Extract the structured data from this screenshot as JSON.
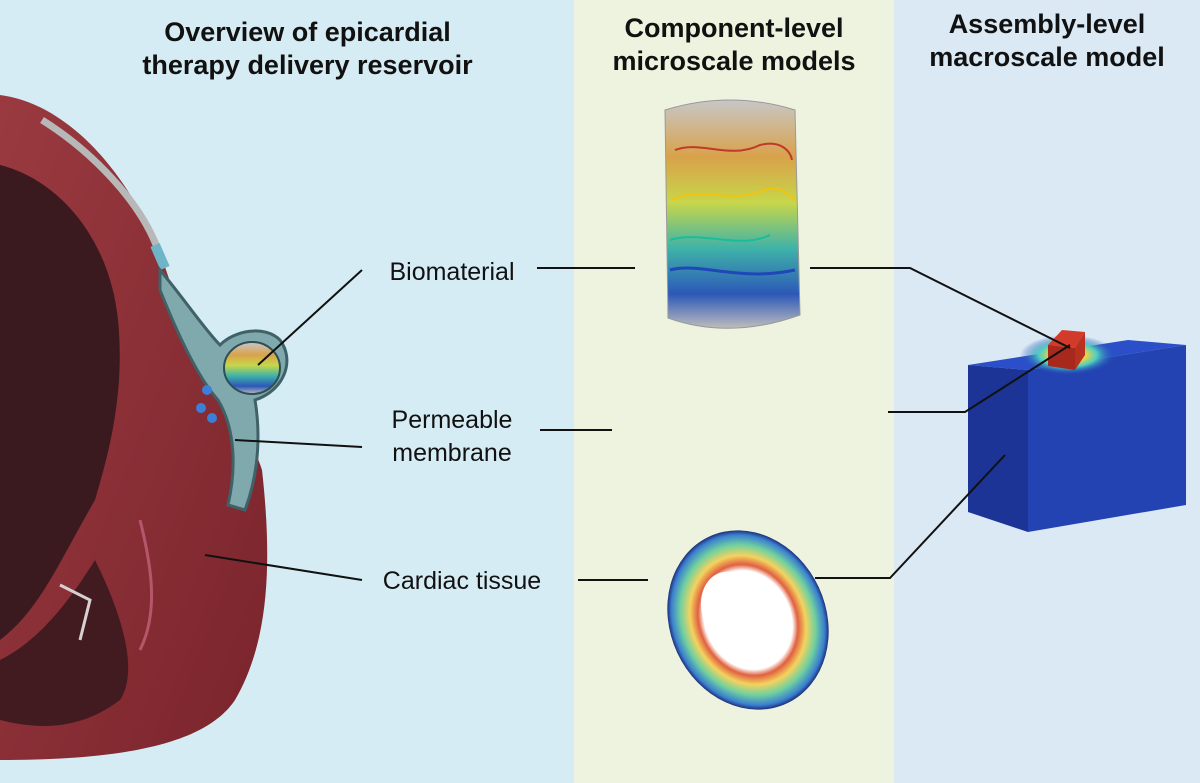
{
  "headings": {
    "overview": "Overview of epicardial\ntherapy delivery reservoir",
    "component": "Component-level\nmicroscale models",
    "assembly": "Assembly-level\nmacroscale model"
  },
  "labels": {
    "biomaterial": "Biomaterial",
    "membrane": "Permeable\nmembrane",
    "cardiac": "Cardiac tissue"
  },
  "colors": {
    "left_panel": "#d6ecf4",
    "mid_panel": "#eef3df",
    "right_panel": "#dbe9f5",
    "heart_tissue": "#8e2f36",
    "cube": "#1d3ca8"
  }
}
